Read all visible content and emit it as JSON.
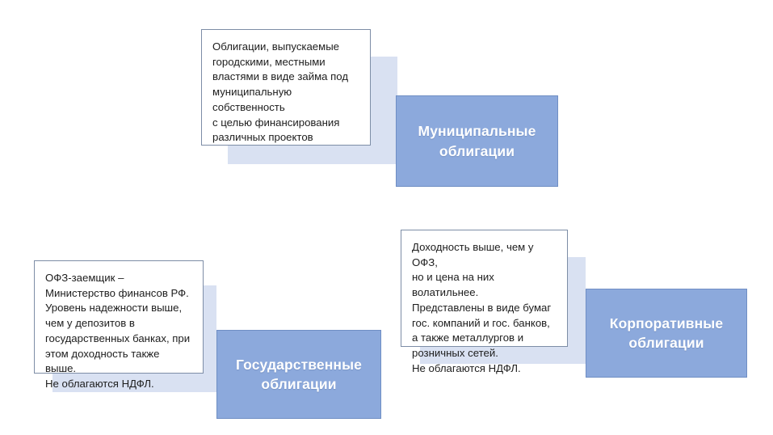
{
  "slide": {
    "background_color": "#ffffff",
    "accent_color": "#d9e1f2",
    "heading_box_color": "#8ca9dc",
    "heading_text_color": "#ffffff",
    "callout_text_color": "#1d1d1d",
    "callout_border_color": "#7d8da6"
  },
  "groups": [
    {
      "id": "municipal",
      "heading": "Муниципальные\nоблигации",
      "description": "Облигации, выпускаемые\nгородскими, местными\nвластями в виде займа под\nмуниципальную собственность\nс целью финансирования\nразличных проектов"
    },
    {
      "id": "government",
      "heading": "Государственные\nоблигации",
      "description": "ОФЗ-заемщик –\nМинистерство финансов РФ.\nУровень надежности выше,\nчем у депозитов в\nгосударственных банках, при\nэтом доходность также выше.\nНе облагаются НДФЛ."
    },
    {
      "id": "corporate",
      "heading": "Корпоративные\nоблигации",
      "description": "Доходность выше, чем у ОФЗ,\nно и цена на них волатильнее.\nПредставлены в виде бумаг\nгос. компаний и гос. банков,\nа также металлургов и\nрозничных сетей.\nНе облагаются НДФЛ."
    }
  ]
}
